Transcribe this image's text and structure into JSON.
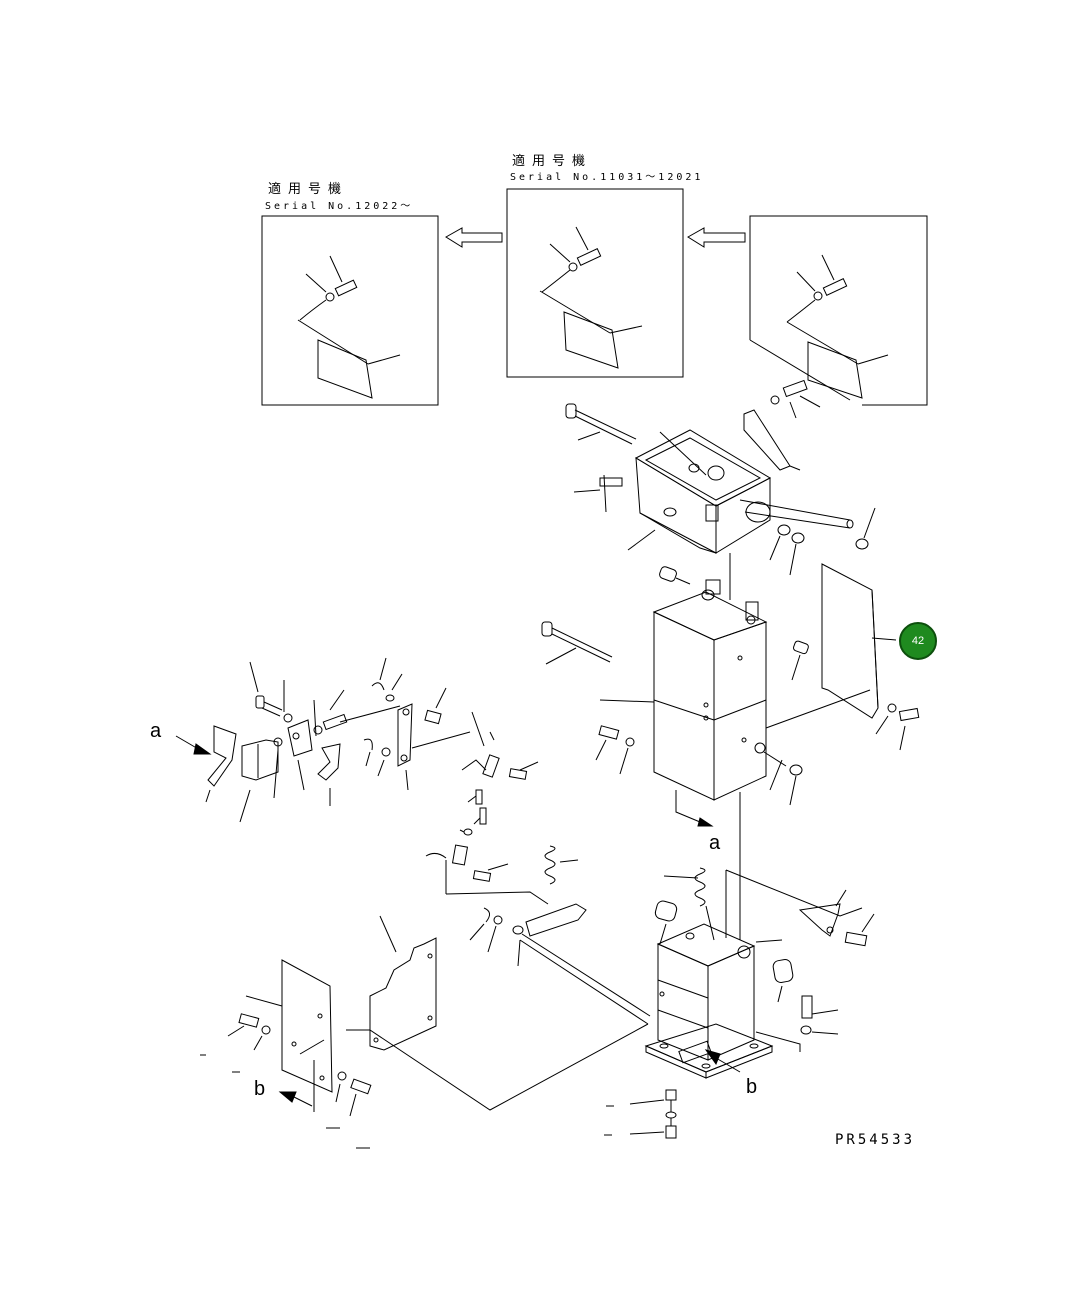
{
  "insets": {
    "left": {
      "jp": "適用号機",
      "serial": "Serial No.12022〜"
    },
    "middle": {
      "jp": "適用号機",
      "serial": "Serial No.11031〜12021"
    }
  },
  "view_markers": {
    "a": "a",
    "b": "b"
  },
  "callout_badge": {
    "label": "42",
    "color": "#1f8a1f"
  },
  "drawing_code": "PR54533"
}
